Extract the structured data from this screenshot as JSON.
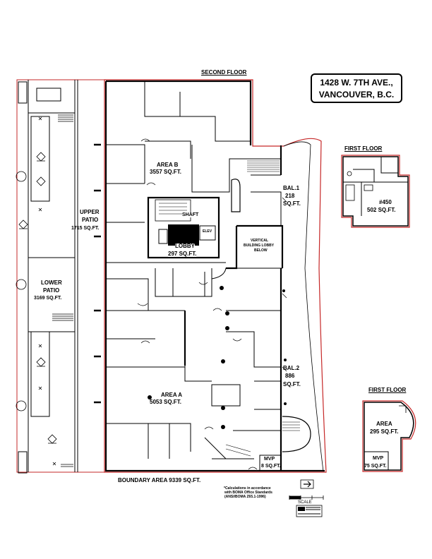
{
  "address": {
    "line1": "1428 W. 7TH AVE.,",
    "line2": "VANCOUVER, B.C."
  },
  "headings": {
    "second_floor": "SECOND FLOOR",
    "first_floor_top": "FIRST FLOOR",
    "first_floor_bottom": "FIRST FLOOR"
  },
  "rooms": {
    "area_b": {
      "name": "AREA B",
      "size": "3557 SQ.FT."
    },
    "area_a": {
      "name": "AREA A",
      "size": "5053 SQ.FT."
    },
    "lobby": {
      "name": "LOBBY",
      "size": "297 SQ.FT."
    },
    "upper_patio": {
      "name1": "UPPER",
      "name2": "PATIO",
      "size": "1715 SQ.FT."
    },
    "lower_patio": {
      "name1": "LOWER",
      "name2": "PATIO",
      "size": "3169 SQ.FT."
    },
    "bal1": {
      "name": "BAL.1",
      "size1": "218",
      "size2": "SQ.FT."
    },
    "bal2": {
      "name": "BAL.2",
      "size1": "886",
      "size2": "SQ.FT."
    },
    "mvp_second": {
      "name": "MVP",
      "size": "8 SQ.FT."
    },
    "mvp_first": {
      "name": "MVP",
      "size": "75 SQ.FT."
    },
    "suite_450": {
      "name": "#450",
      "size": "502 SQ.FT."
    },
    "area_first": {
      "name": "AREA",
      "size": "295 SQ.FT."
    },
    "vertical_lobby": {
      "line1": "VERTICAL",
      "line2": "BUILDING LOBBY",
      "line3": "BELOW"
    },
    "elev": "ELEV",
    "shaft": "SHAFT"
  },
  "boundary": "BOUNDARY AREA 9339 SQ.FT.",
  "scale": {
    "label": "SCALE"
  },
  "note": {
    "line1": "*Calculations in accordance",
    "line2": "with BOMA Office Standards",
    "line3": "(ANSI/BOMA Z65.1-1996)"
  },
  "colors": {
    "outline": "#c62828",
    "wall": "#000000"
  }
}
